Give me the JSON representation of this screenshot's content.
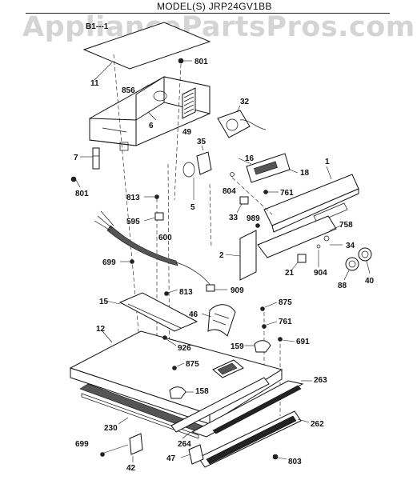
{
  "header": {
    "model_text": "MODEL(S) JRP24GV1BB",
    "watermark": "AppliancePartsPros.com"
  },
  "diagram": {
    "labels": {
      "top_partial": "B1---1",
      "p11": "11",
      "p801a": "801",
      "p856": "856",
      "p32": "32",
      "p6": "6",
      "p49": "49",
      "p7": "7",
      "p801b": "801",
      "p35": "35",
      "p16": "16",
      "p18": "18",
      "p1": "1",
      "p813a": "813",
      "p804": "804",
      "p761a": "761",
      "p5": "5",
      "p33": "33",
      "p989": "989",
      "p595": "595",
      "p758": "758",
      "p34": "34",
      "p600": "600",
      "p699a": "699",
      "p2": "2",
      "p904": "904",
      "p21": "21",
      "p88": "88",
      "p40": "40",
      "p813b": "813",
      "p909": "909",
      "p15": "15",
      "p46": "46",
      "p875a": "875",
      "p761b": "761",
      "p12": "12",
      "p926": "926",
      "p159": "159",
      "p691": "691",
      "p875b": "875",
      "p158": "158",
      "p263": "263",
      "p230": "230",
      "p264": "264",
      "p262": "262",
      "p699b": "699",
      "p42": "42",
      "p47": "47",
      "p803": "803"
    }
  }
}
